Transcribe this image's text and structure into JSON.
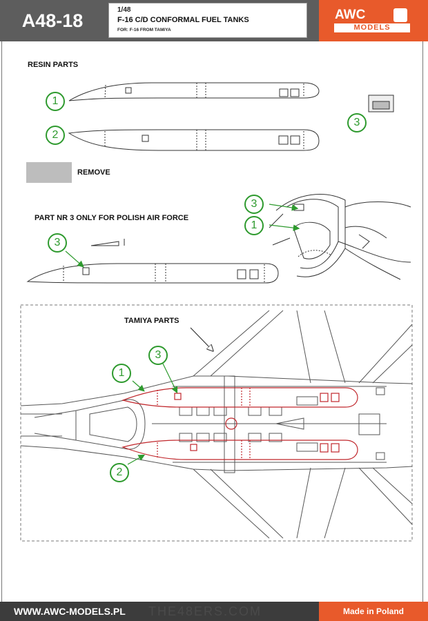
{
  "header": {
    "code": "A48-18",
    "scale": "1/48",
    "title": "F-16 C/D CONFORMAL FUEL TANKS",
    "subtitle": "FOR: F-16 FROM TAMIYA",
    "logo_top": "AWC",
    "logo_bottom": "MODELS"
  },
  "labels": {
    "resin_parts": "RESIN PARTS",
    "remove": "REMOVE",
    "polish_note": "PART NR 3 ONLY FOR POLISH AIR FORCE",
    "tamiya_parts": "TAMIYA PARTS"
  },
  "callouts": {
    "part1": "1",
    "part2": "2",
    "part3": "3"
  },
  "footer": {
    "url": "WWW.AWC-MODELS.PL",
    "watermark": "THE48ERS.COM",
    "made_in": "Made in Poland"
  },
  "colors": {
    "header_bg": "#5d5d5d",
    "brand_orange": "#e85a2b",
    "callout_green": "#2e9a2e",
    "outline_red": "#c0262b",
    "remove_grey": "#bdbdbd"
  }
}
